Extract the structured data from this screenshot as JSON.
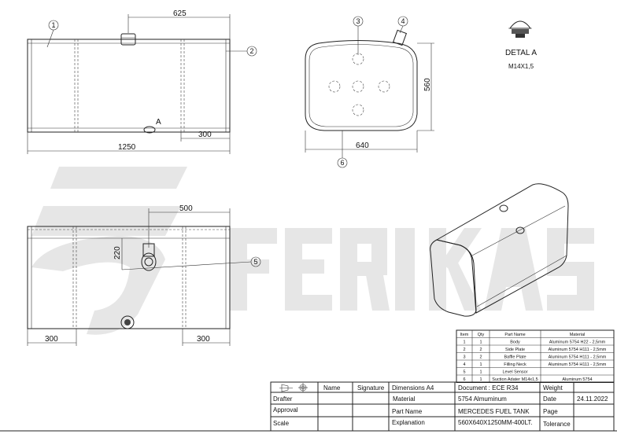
{
  "watermark": {
    "logo_text": "FERIKAS"
  },
  "top_view": {
    "dim_625": "625",
    "dim_1250": "1250",
    "dim_300": "300",
    "detail_marker": "A",
    "balloon_1": "1",
    "balloon_2": "2"
  },
  "side_view": {
    "dim_560": "560",
    "dim_640": "640",
    "balloon_3": "3",
    "balloon_4": "4",
    "balloon_6": "6"
  },
  "detail": {
    "title": "DETAL A",
    "thread": "M14X1,5"
  },
  "bottom_view": {
    "dim_500": "500",
    "dim_220": "220",
    "dim_300_left": "300",
    "dim_300_right": "300",
    "balloon_5": "5"
  },
  "parts_table": {
    "headers": [
      "Item",
      "Qty",
      "Part Name",
      "Material"
    ],
    "rows": [
      [
        "1",
        "1",
        "Body",
        "Aluminum 5754 H22 - 2,5mm"
      ],
      [
        "2",
        "2",
        "Side Plate",
        "Aluminum 5754 H111 - 2,5mm"
      ],
      [
        "3",
        "2",
        "Baffle Plate",
        "Aluminum 5754 H111 - 2,5mm"
      ],
      [
        "4",
        "1",
        "Filling Neck",
        "Aluminum 5754 H111 - 2,5mm"
      ],
      [
        "5",
        "1",
        "Level Sensor",
        ""
      ],
      [
        "6",
        "1",
        "Suction Adater M14x1,5",
        "Aluminum 5754"
      ]
    ]
  },
  "title_block": {
    "name": "Name",
    "signature": "Signature",
    "dimensions": "Dimensions  A4",
    "document": "Document : ECE R34",
    "weight": "Weight",
    "drafter": "Drafter",
    "material_label": "Material",
    "material_value": "5754 Almuminum",
    "date_label": "Date",
    "date_value": "24.11.2022",
    "approval": "Approval",
    "part_name_label": "Part Name",
    "part_name_value": "MERCEDES FUEL TANK",
    "page": "Page",
    "scale": "Scale",
    "explanation_label": "Explanation",
    "explanation_value": "560X640X1250MM-400LT.",
    "tolerance": "Tolerance"
  }
}
